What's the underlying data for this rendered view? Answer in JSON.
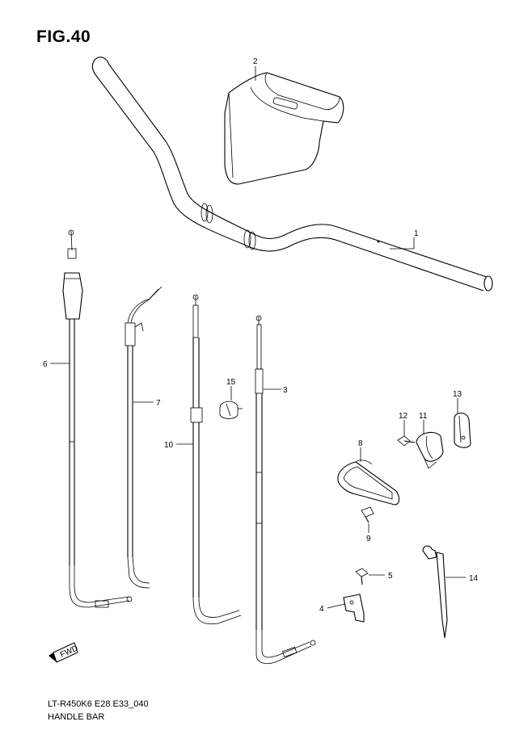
{
  "header": {
    "figure_title": "FIG.40"
  },
  "footer": {
    "model_code": "LT-R450K6 E28 E33_040",
    "caption": "HANDLE BAR"
  },
  "callouts": [
    {
      "id": "1",
      "label": "1"
    },
    {
      "id": "2",
      "label": "2"
    },
    {
      "id": "3",
      "label": "3"
    },
    {
      "id": "4",
      "label": "4"
    },
    {
      "id": "5",
      "label": "5"
    },
    {
      "id": "6",
      "label": "6"
    },
    {
      "id": "7",
      "label": "7"
    },
    {
      "id": "8",
      "label": "8"
    },
    {
      "id": "9",
      "label": "9"
    },
    {
      "id": "10",
      "label": "10"
    },
    {
      "id": "11",
      "label": "11"
    },
    {
      "id": "12",
      "label": "12"
    },
    {
      "id": "13",
      "label": "13"
    },
    {
      "id": "14",
      "label": "14"
    },
    {
      "id": "15",
      "label": "15"
    }
  ],
  "fwd_badge": {
    "text": "FWD"
  }
}
